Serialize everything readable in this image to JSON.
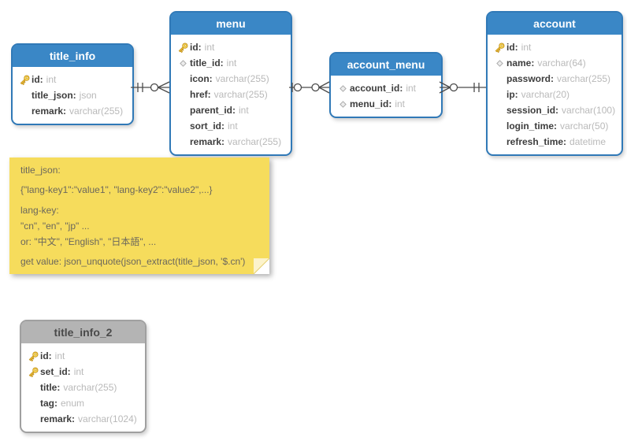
{
  "colors": {
    "table_header_blue": "#3a87c6",
    "table_border_blue": "#3079b7",
    "table_header_gray": "#b4b4b4",
    "note_yellow": "#f6dc5c",
    "field_name_dark": "#3d3d3d",
    "field_type_gray": "#b9b9b9",
    "key_icon_gold": "#f2c53d"
  },
  "tables": {
    "title_info": {
      "title": "title_info",
      "fields": [
        {
          "icon": "key",
          "name": "id",
          "type": "int"
        },
        {
          "icon": "none",
          "name": "title_json",
          "type": "json"
        },
        {
          "icon": "none",
          "name": "remark",
          "type": "varchar(255)"
        }
      ]
    },
    "menu": {
      "title": "menu",
      "fields": [
        {
          "icon": "key",
          "name": "id",
          "type": "int"
        },
        {
          "icon": "diamond",
          "name": "title_id",
          "type": "int"
        },
        {
          "icon": "none",
          "name": "icon",
          "type": "varchar(255)"
        },
        {
          "icon": "none",
          "name": "href",
          "type": "varchar(255)"
        },
        {
          "icon": "none",
          "name": "parent_id",
          "type": "int"
        },
        {
          "icon": "none",
          "name": "sort_id",
          "type": "int"
        },
        {
          "icon": "none",
          "name": "remark",
          "type": "varchar(255)"
        }
      ]
    },
    "account_menu": {
      "title": "account_menu",
      "fields": [
        {
          "icon": "diamond",
          "name": "account_id",
          "type": "int"
        },
        {
          "icon": "diamond",
          "name": "menu_id",
          "type": "int"
        }
      ]
    },
    "account": {
      "title": "account",
      "fields": [
        {
          "icon": "key",
          "name": "id",
          "type": "int"
        },
        {
          "icon": "diamond",
          "name": "name",
          "type": "varchar(64)"
        },
        {
          "icon": "none",
          "name": "password",
          "type": "varchar(255)"
        },
        {
          "icon": "none",
          "name": "ip",
          "type": "varchar(20)"
        },
        {
          "icon": "none",
          "name": "session_id",
          "type": "varchar(100)"
        },
        {
          "icon": "none",
          "name": "login_time",
          "type": "varchar(50)"
        },
        {
          "icon": "none",
          "name": "refresh_time",
          "type": "datetime"
        }
      ]
    },
    "title_info_2": {
      "title": "title_info_2",
      "fields": [
        {
          "icon": "key",
          "name": "id",
          "type": "int"
        },
        {
          "icon": "key",
          "name": "set_id",
          "type": "int"
        },
        {
          "icon": "none",
          "name": "title",
          "type": "varchar(255)"
        },
        {
          "icon": "none",
          "name": "tag",
          "type": "enum"
        },
        {
          "icon": "none",
          "name": "remark",
          "type": "varchar(1024)"
        }
      ]
    }
  },
  "note": {
    "lines": [
      "title_json:",
      "{\"lang-key1\":\"value1\", \"lang-key2\":\"value2\",...}",
      "lang-key:",
      "\"cn\", \"en\", \"jp\" ...",
      "or: \"中文\", \"English\", \"日本語\", ...",
      "get value: json_unquote(json_extract(title_json, '$.cn')"
    ]
  },
  "relations": [
    {
      "from": "title_info",
      "to": "menu",
      "from_cardinality": "exactly-one",
      "to_cardinality": "zero-or-many"
    },
    {
      "from": "menu",
      "to": "account_menu",
      "from_cardinality": "zero-or-one",
      "to_cardinality": "zero-or-many"
    },
    {
      "from": "account_menu",
      "to": "account",
      "from_cardinality": "zero-or-many",
      "to_cardinality": "exactly-one"
    }
  ]
}
